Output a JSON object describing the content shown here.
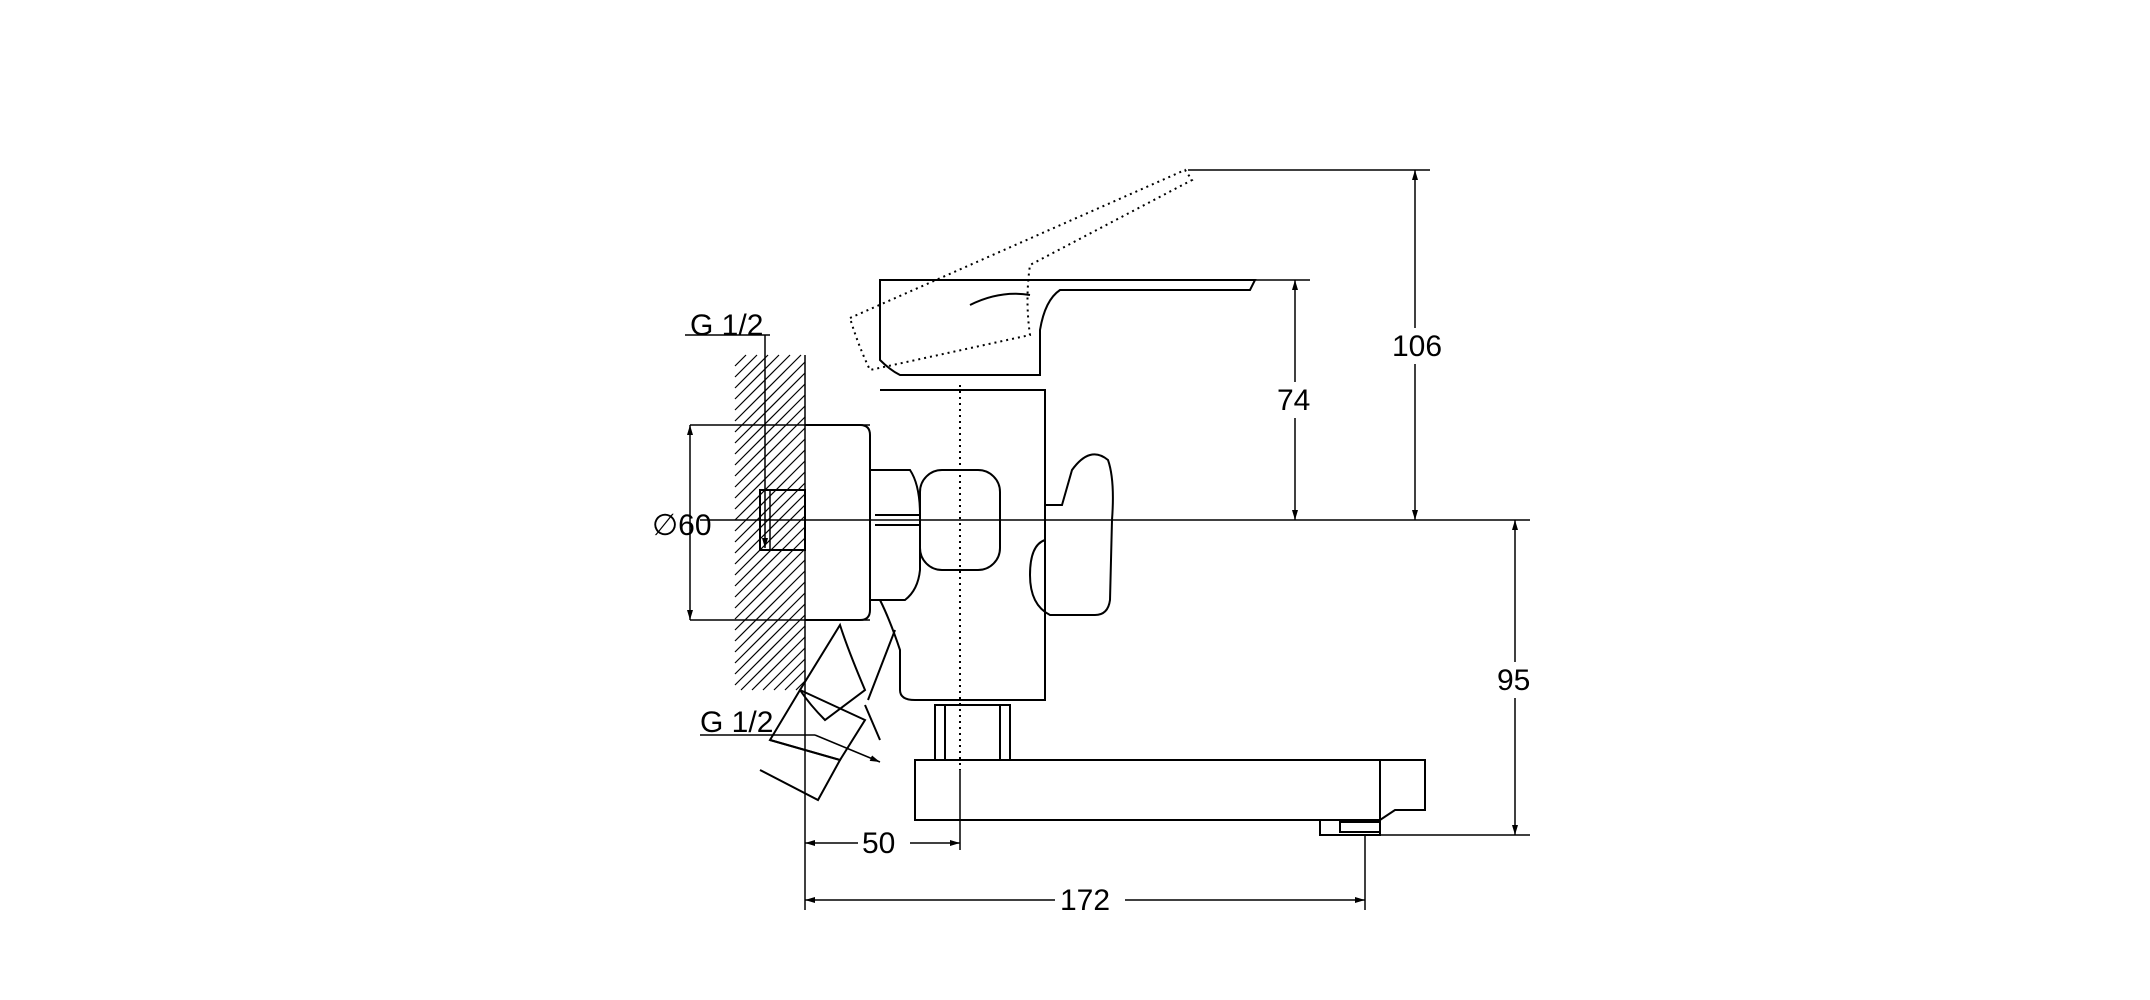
{
  "labels": {
    "inlet_thread_top": "G 1/2",
    "inlet_thread_bottom": "G 1/2",
    "flange_diameter": "∅60",
    "lever_height": "74",
    "lever_raised_height": "106",
    "spout_height": "95",
    "wall_to_body": "50",
    "wall_to_outlet": "172"
  }
}
